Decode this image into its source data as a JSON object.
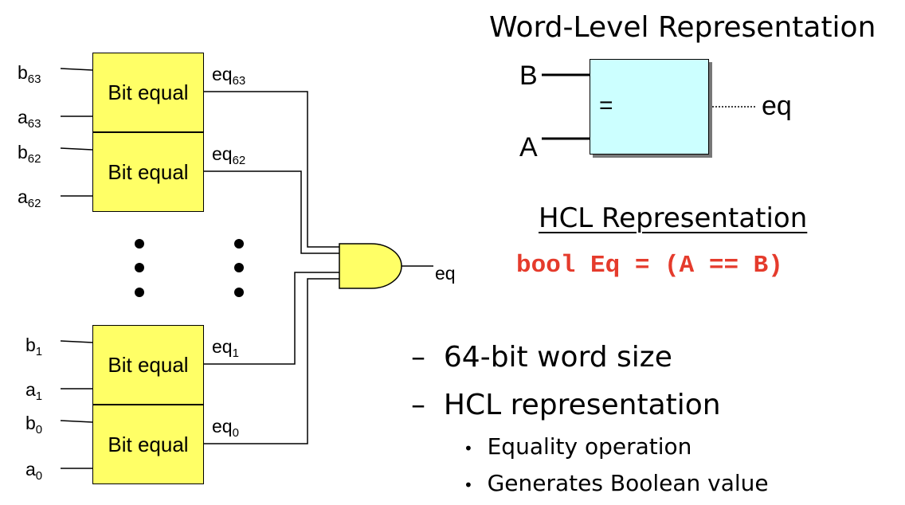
{
  "circuit": {
    "blocks": [
      {
        "label": "Bit equal",
        "b": "b",
        "b_sub": "63",
        "a": "a",
        "a_sub": "63",
        "out": "eq",
        "out_sub": "63"
      },
      {
        "label": "Bit equal",
        "b": "b",
        "b_sub": "62",
        "a": "a",
        "a_sub": "62",
        "out": "eq",
        "out_sub": "62"
      },
      {
        "label": "Bit equal",
        "b": "b",
        "b_sub": "1",
        "a": "a",
        "a_sub": "1",
        "out": "eq",
        "out_sub": "1"
      },
      {
        "label": "Bit equal",
        "b": "b",
        "b_sub": "0",
        "a": "a",
        "a_sub": "0",
        "out": "eq",
        "out_sub": "0"
      }
    ],
    "and_output": "eq"
  },
  "word_level": {
    "title": "Word-Level Representation",
    "input_b": "B",
    "input_a": "A",
    "operator": "=",
    "output": "eq"
  },
  "hcl": {
    "title": "HCL Representation",
    "code": "bool Eq = (A == B)"
  },
  "bullets": {
    "dash": "–",
    "dot": "•",
    "item1": "64-bit word size",
    "item2": "HCL representation",
    "sub1": "Equality operation",
    "sub2": "Generates Boolean value"
  },
  "colors": {
    "block_fill": "#ffff66",
    "word_box_fill": "#ccffff",
    "code_color": "#e53b2c"
  }
}
